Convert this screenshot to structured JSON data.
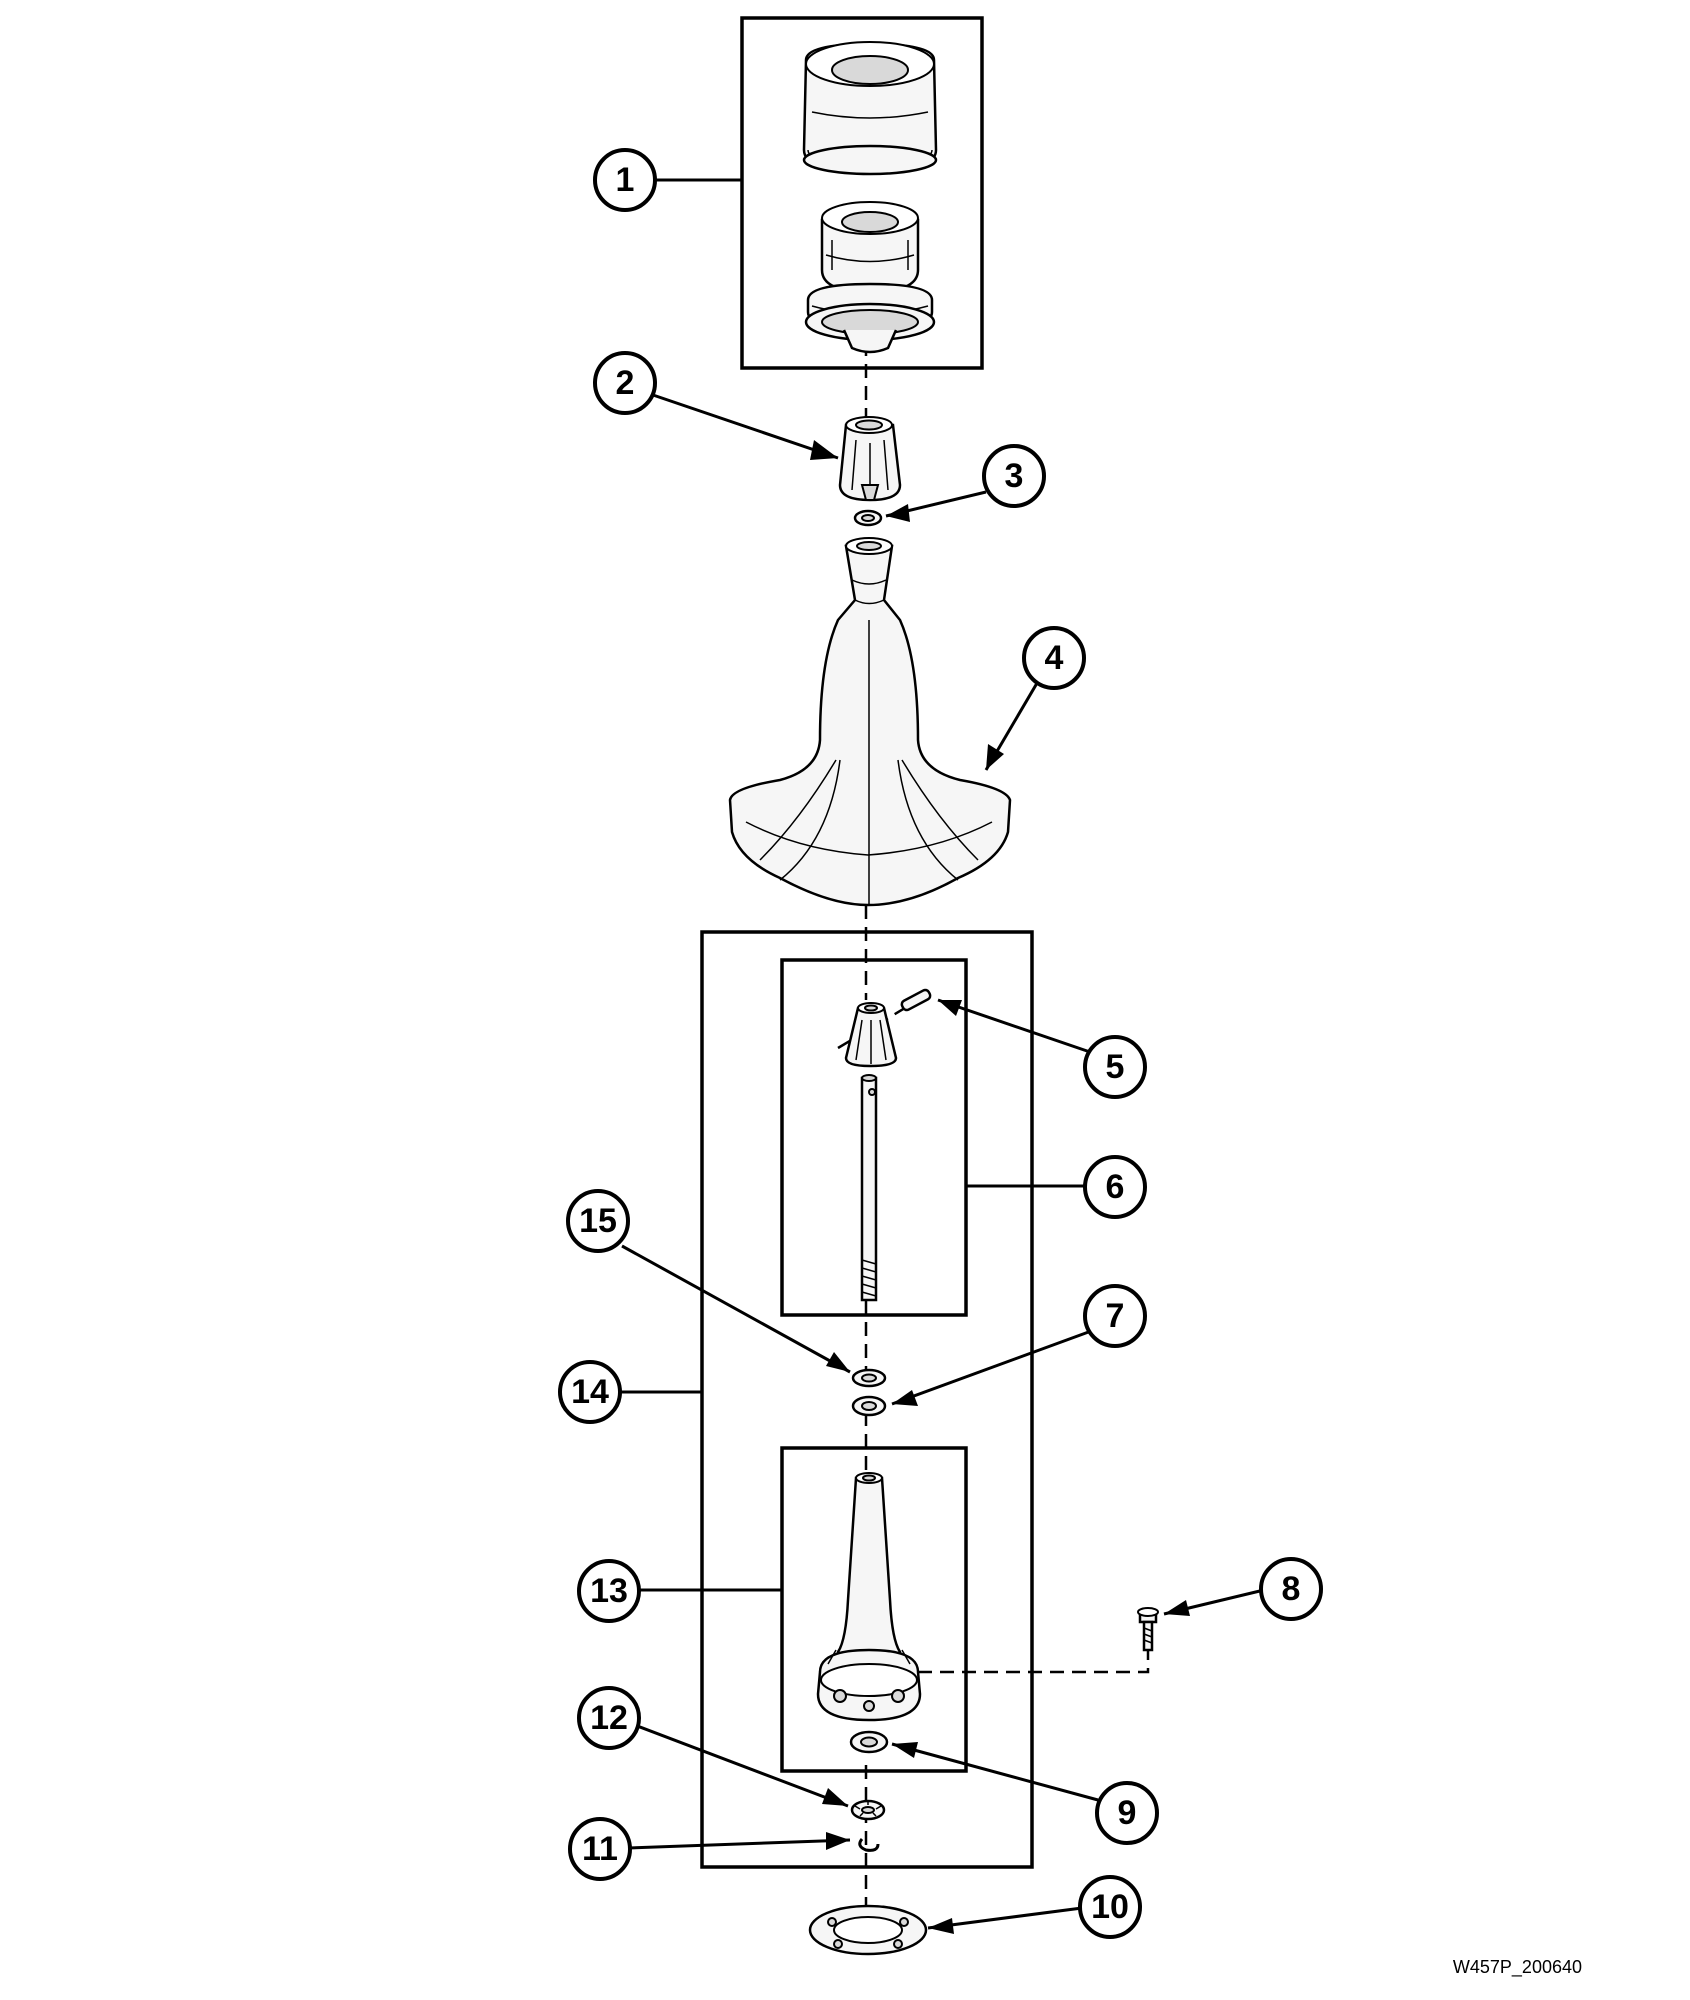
{
  "callouts": [
    {
      "id": "1",
      "label": "1"
    },
    {
      "id": "2",
      "label": "2"
    },
    {
      "id": "3",
      "label": "3"
    },
    {
      "id": "4",
      "label": "4"
    },
    {
      "id": "5",
      "label": "5"
    },
    {
      "id": "6",
      "label": "6"
    },
    {
      "id": "7",
      "label": "7"
    },
    {
      "id": "8",
      "label": "8"
    },
    {
      "id": "9",
      "label": "9"
    },
    {
      "id": "10",
      "label": "10"
    },
    {
      "id": "11",
      "label": "11"
    },
    {
      "id": "12",
      "label": "12"
    },
    {
      "id": "13",
      "label": "13"
    },
    {
      "id": "14",
      "label": "14"
    },
    {
      "id": "15",
      "label": "15"
    }
  ],
  "figure_code": "W457P_200640"
}
